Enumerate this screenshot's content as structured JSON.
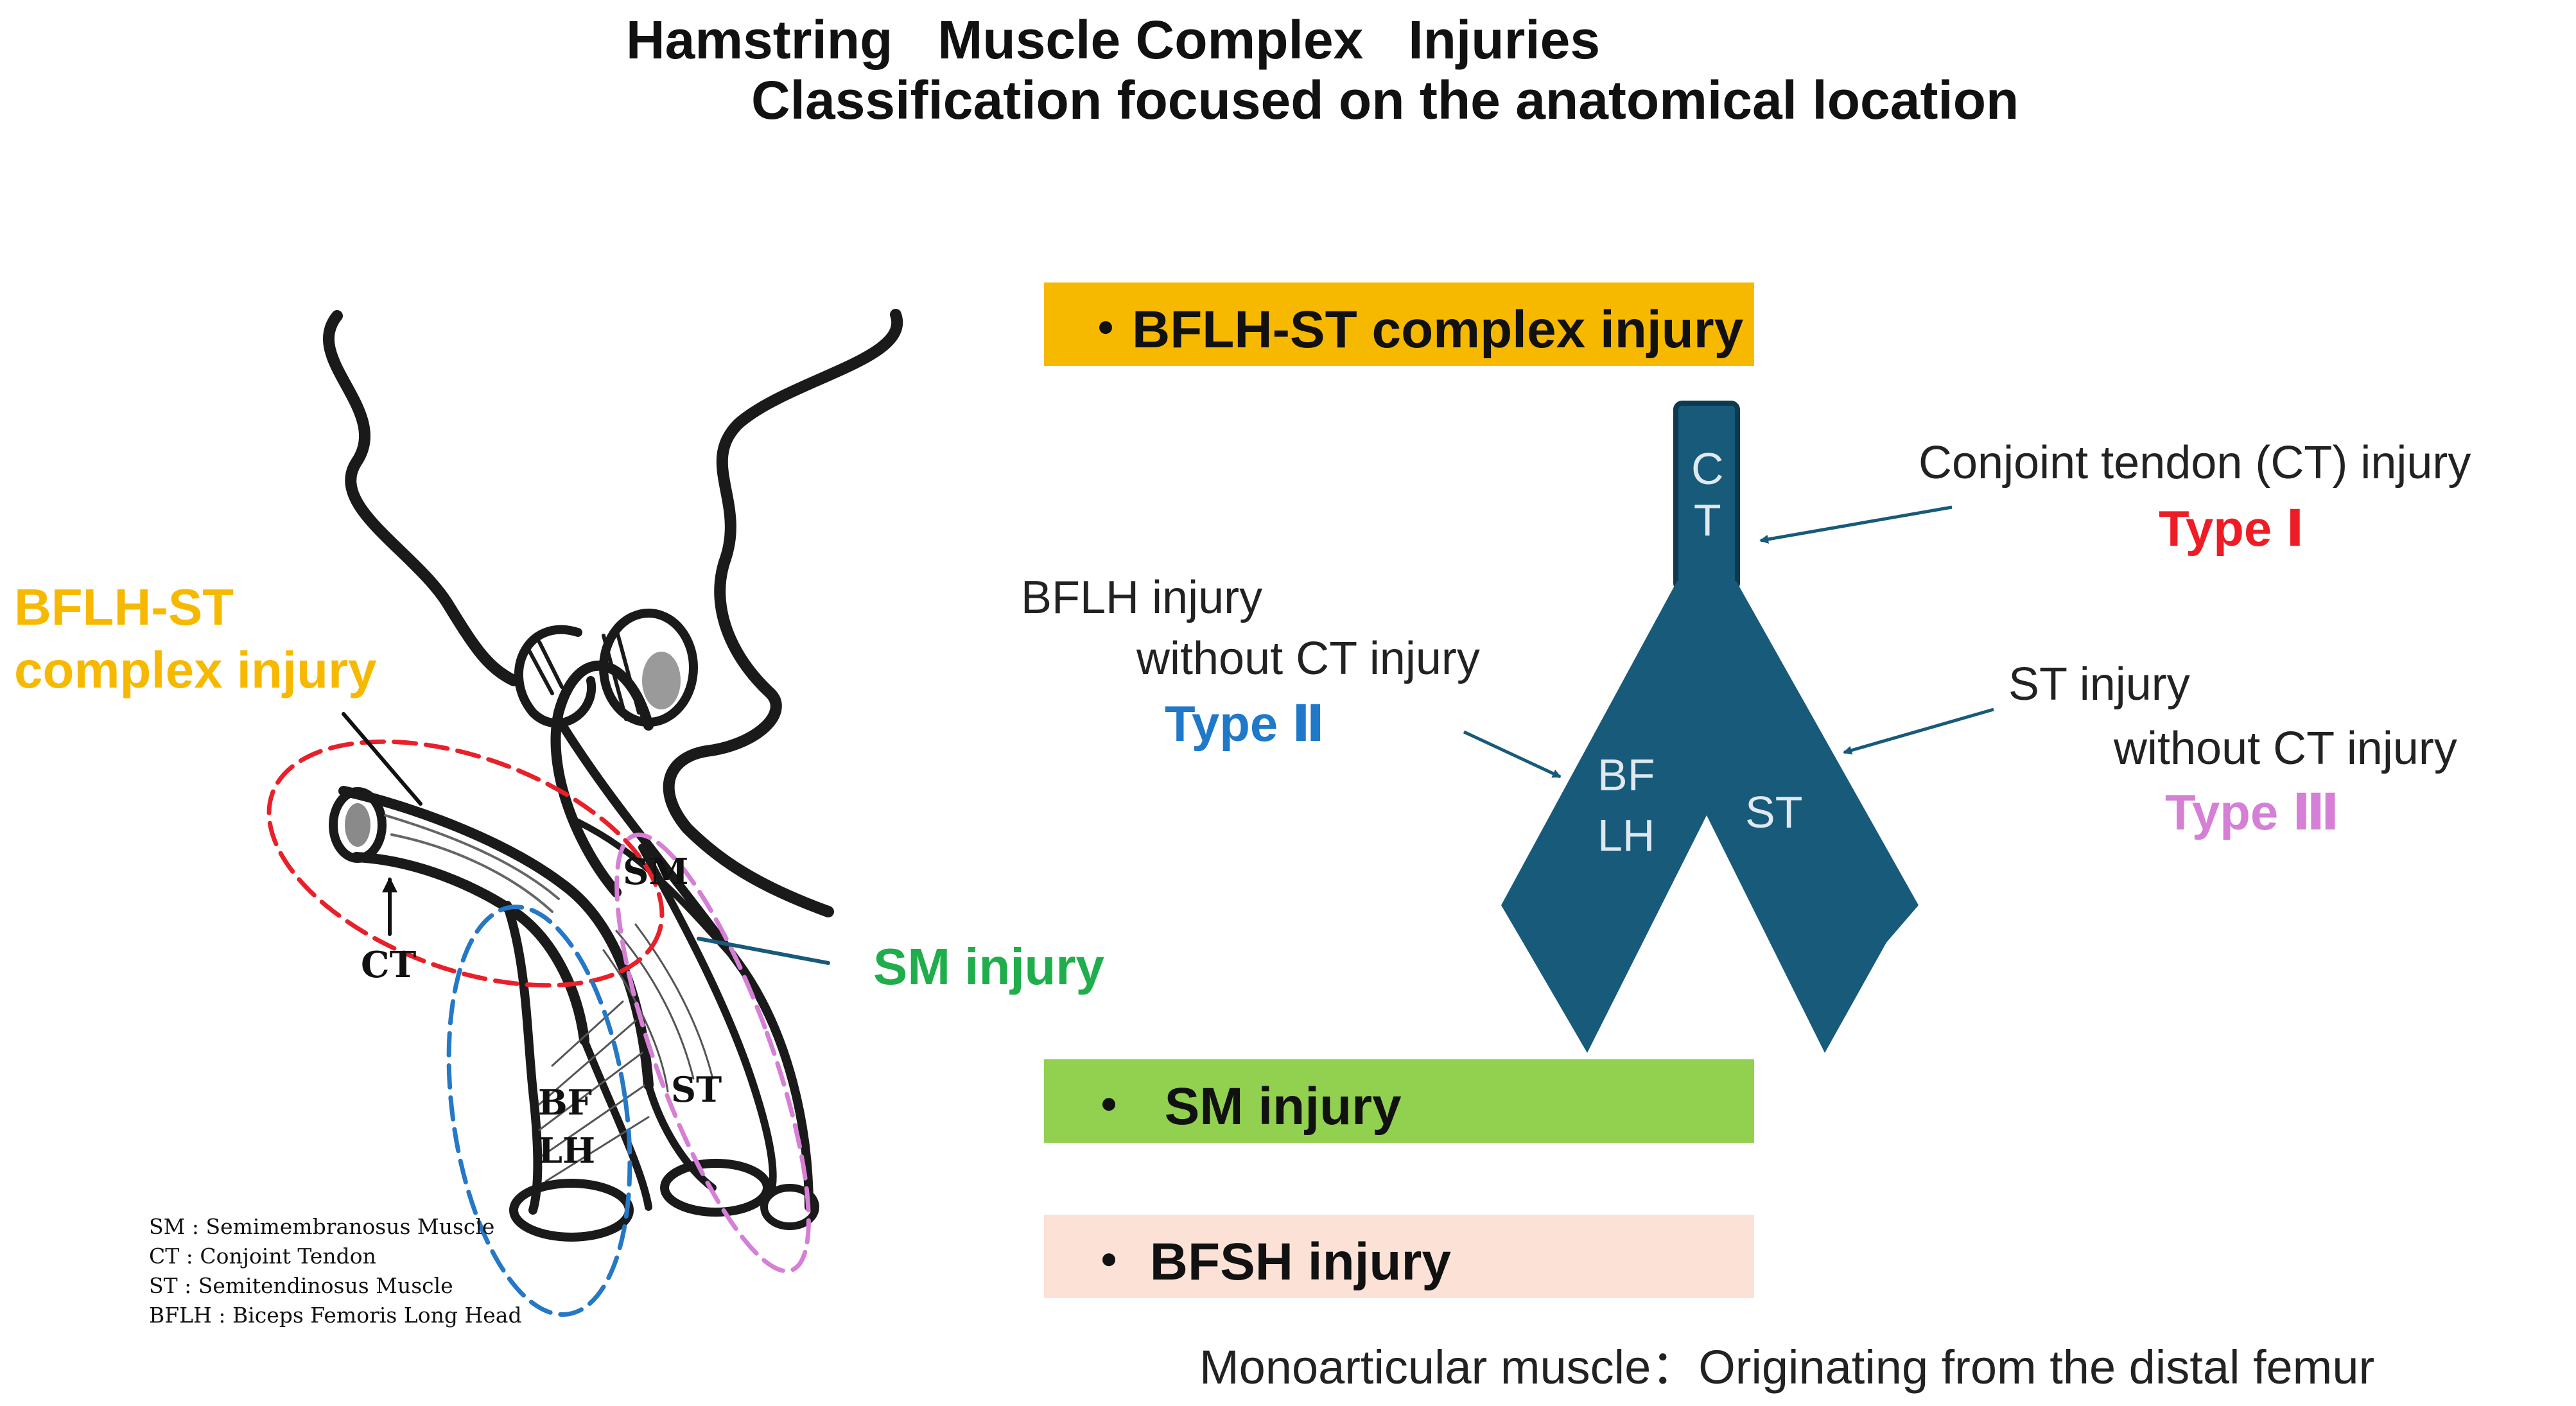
{
  "title": {
    "line1": "Hamstring   Muscle Complex   Injuries",
    "line2": "Classification focused on the anatomical location"
  },
  "categories": [
    {
      "label": "・BFLH-ST complex injury",
      "color": "#f7b900"
    },
    {
      "label": "・  SM injury",
      "color": "#92d050"
    },
    {
      "label": "・ BFSH injury",
      "color": "#fbe1d6"
    }
  ],
  "schematic": {
    "ct_letters": [
      "C",
      "T"
    ],
    "bflh_letters": [
      "BF",
      "LH"
    ],
    "st_label": "ST",
    "color": "#175a7a"
  },
  "types": {
    "type1": {
      "desc": "Conjoint tendon (CT) injury",
      "label": "Type Ⅰ",
      "color": "#ee1c24"
    },
    "type2": {
      "desc1": "BFLH injury",
      "desc2": "without CT injury",
      "label": "Type Ⅱ",
      "color": "#1f78c8"
    },
    "type3": {
      "desc1": "ST injury",
      "desc2": "without CT injury",
      "label": "Type Ⅲ",
      "color": "#d57fd6"
    }
  },
  "anatomy": {
    "bflh_st_label1": "BFLH-ST",
    "bflh_st_label2": "complex injury",
    "bflh_st_color": "#f7b900",
    "sm_injury_label": "SM injury",
    "sm_injury_color": "#1fae4b",
    "sm": "SM",
    "ct": "CT",
    "bf": "BF",
    "lh": "LH",
    "st": "ST"
  },
  "legend": [
    "SM : Semimembranosus Muscle",
    "CT : Conjoint Tendon",
    "ST : Semitendinosus Muscle",
    "BFLH : Biceps Femoris Long Head"
  ],
  "footer": "Monoarticular muscle：Originating from the distal femur"
}
